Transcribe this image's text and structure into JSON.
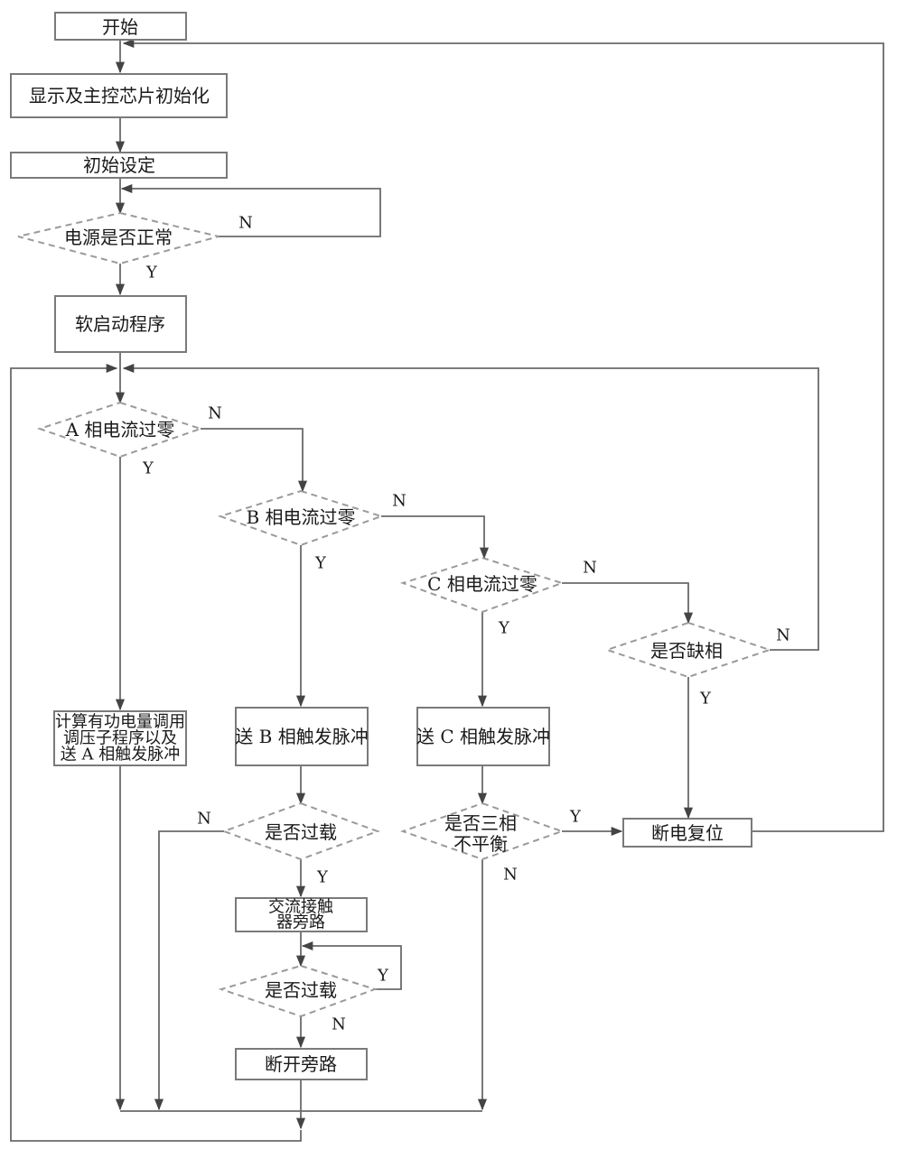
{
  "nodes": {
    "start": "开始",
    "init_display": "显示及主控芯片初始化",
    "init_setting": "初始设定",
    "power_check": "电源是否正常",
    "soft_start": "软启动程序",
    "a_zero": "A 相电流过零",
    "b_zero": "B 相电流过零",
    "c_zero": "C 相电流过零",
    "phase_loss": "是否缺相",
    "calc_line1": "计算有功电量调用",
    "calc_line2": "调压子程序以及",
    "calc_line3": "送 A 相触发脉冲",
    "send_b": "送 B 相触发脉冲",
    "send_c": "送 C 相触发脉冲",
    "overload1": "是否过载",
    "unbalance_line1": "是否三相",
    "unbalance_line2": "不平衡",
    "reset": "断电复位",
    "bypass_line1": "交流接触",
    "bypass_line2": "器旁路",
    "overload2": "是否过载",
    "open_bypass": "断开旁路"
  },
  "edge_labels": {
    "yes": "Y",
    "no": "N"
  },
  "colors": {
    "box_stroke": "#7a7a7a",
    "decision_stroke": "#9a9a9a",
    "line": "#6a6a6a",
    "text": "#1a1a1a"
  }
}
